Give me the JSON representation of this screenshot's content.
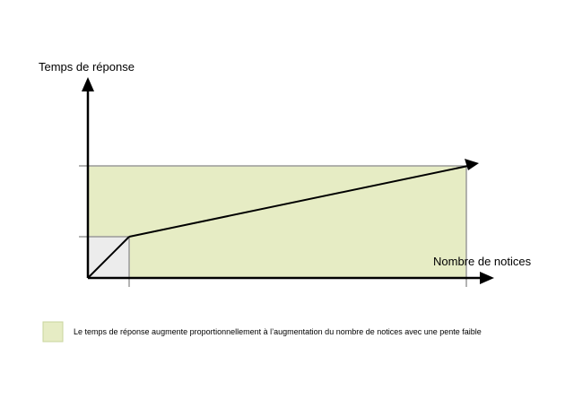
{
  "colors": {
    "region_fill": "#e6ecc4",
    "region_stroke": "#c8d49c",
    "small_box_fill": "#ececec",
    "guide_line": "#9a9a9a",
    "axis": "#000000"
  },
  "axes": {
    "y_label": "Temps de réponse",
    "x_label": "Nombre de notices"
  },
  "legend": {
    "text": "Le temps de réponse augmente proportionnellement à l’augmentation du nombre de notices avec une pente faible"
  }
}
